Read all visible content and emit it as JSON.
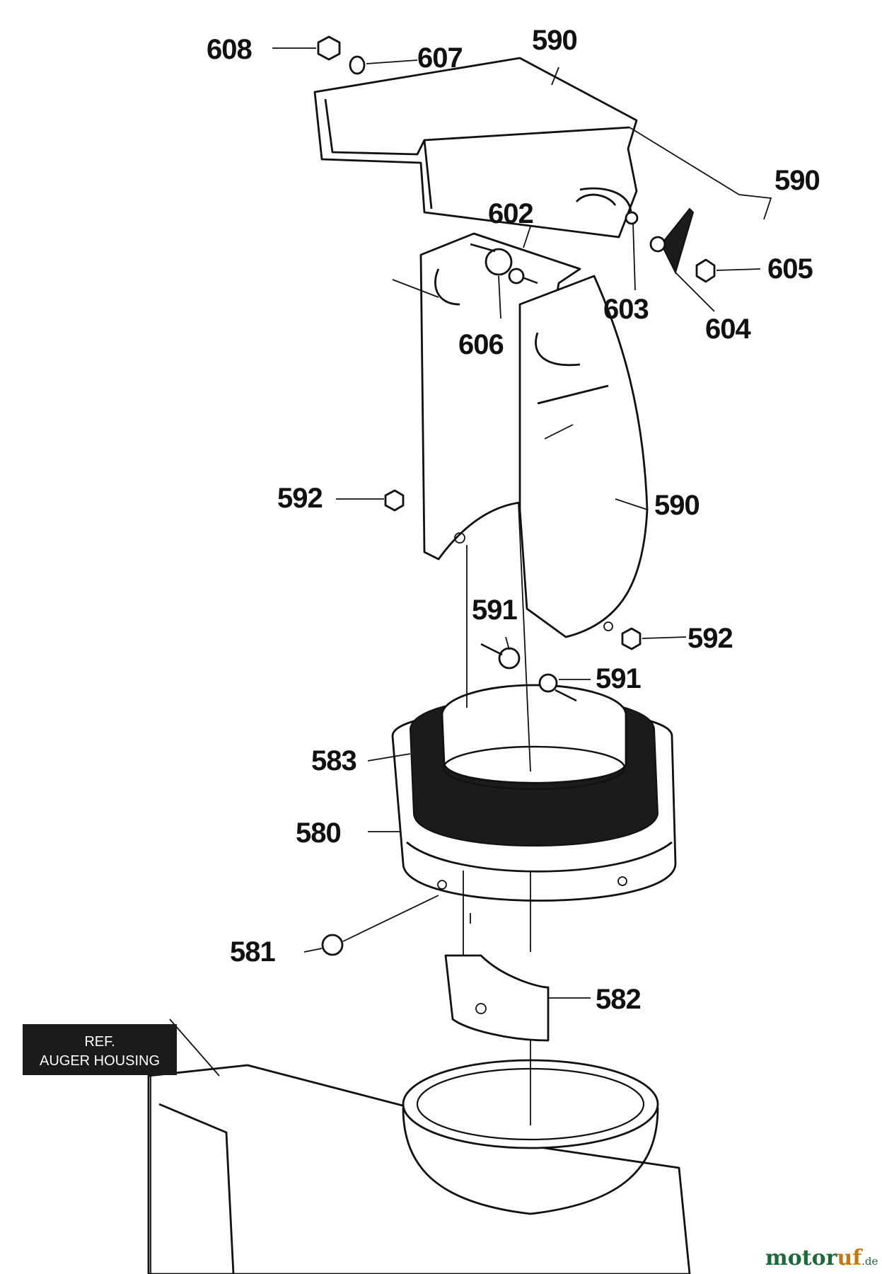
{
  "labels": {
    "l608": "608",
    "l607": "607",
    "l590_top": "590",
    "l590_right": "590",
    "l602": "602",
    "l605": "605",
    "l603": "603",
    "l604": "604",
    "l606": "606",
    "l592_left": "592",
    "l590_mid": "590",
    "l591_a": "591",
    "l592_right": "592",
    "l591_b": "591",
    "l583": "583",
    "l580": "580",
    "l581": "581",
    "l582": "582"
  },
  "reference": {
    "line1": "REF.",
    "line2": "AUGER HOUSING"
  },
  "watermark": {
    "part1": "motor",
    "part2": "uf",
    "suffix": ".de"
  }
}
